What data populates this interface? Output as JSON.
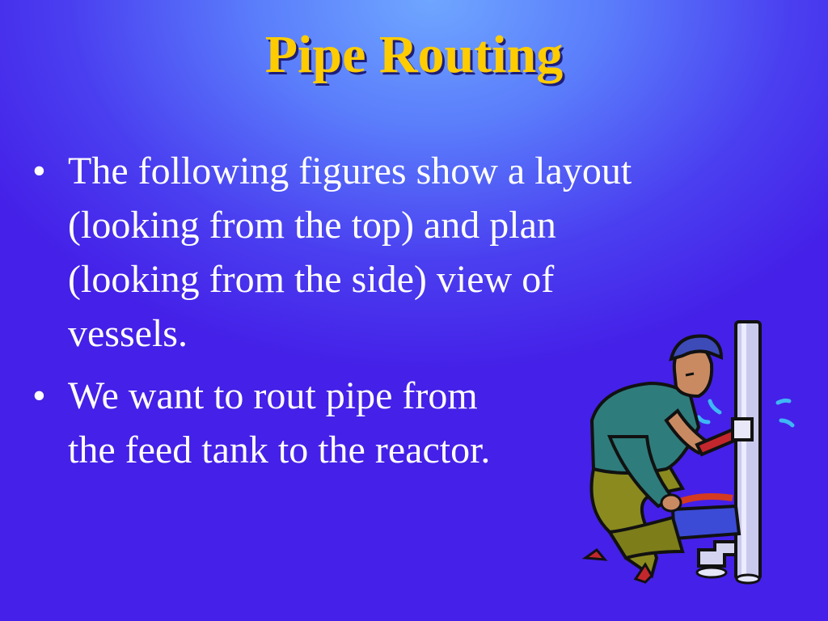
{
  "slide": {
    "title": "Pipe Routing",
    "bullets": [
      {
        "symbol": "•",
        "lines": [
          "The following figures show a layout",
          "(looking from the top) and plan",
          "(looking from the side) view of",
          "vessels."
        ]
      },
      {
        "symbol": "•",
        "lines": [
          "We want to rout pipe from",
          "the feed tank to the reactor."
        ]
      }
    ],
    "clipart": "plumber-wrench-pipe-illustration"
  },
  "colors": {
    "title": "#ffcc00",
    "text": "#ffffff",
    "background_center": "#6fa6ff",
    "background_edge": "#4520e8"
  }
}
